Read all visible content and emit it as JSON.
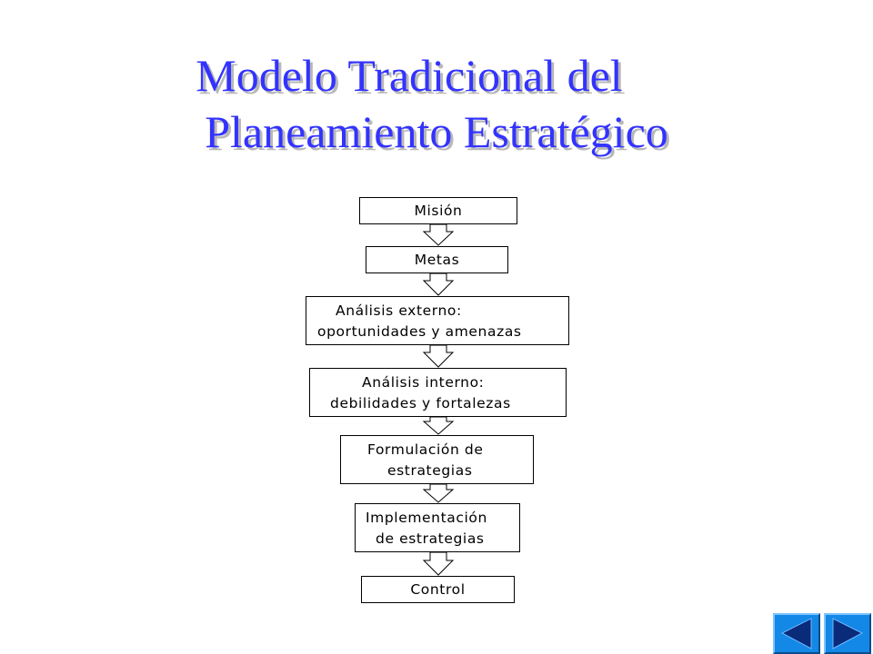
{
  "slide": {
    "title_line1": "Modelo Tradicional del",
    "title_line2": "Planeamiento Estratégico"
  },
  "flow": {
    "mision": "Misión",
    "metas": "Metas",
    "analisis_externo_1": "Análisis externo:",
    "analisis_externo_2": "oportunidades y amenazas",
    "analisis_interno_1": "Análisis interno:",
    "analisis_interno_2": "debilidades y fortalezas",
    "formulacion_1": "Formulación de",
    "formulacion_2": "estrategias",
    "implementacion_1": "Implementación",
    "implementacion_2": "de estrategias",
    "control": "Control"
  },
  "nav": {
    "icons": [
      "previous-slide-icon",
      "next-slide-icon"
    ],
    "button_color": "#1488e6",
    "icon_color": "#0a2a7a"
  },
  "colors": {
    "title": "#3333ff",
    "title_shadow": "#b8b8b8"
  }
}
